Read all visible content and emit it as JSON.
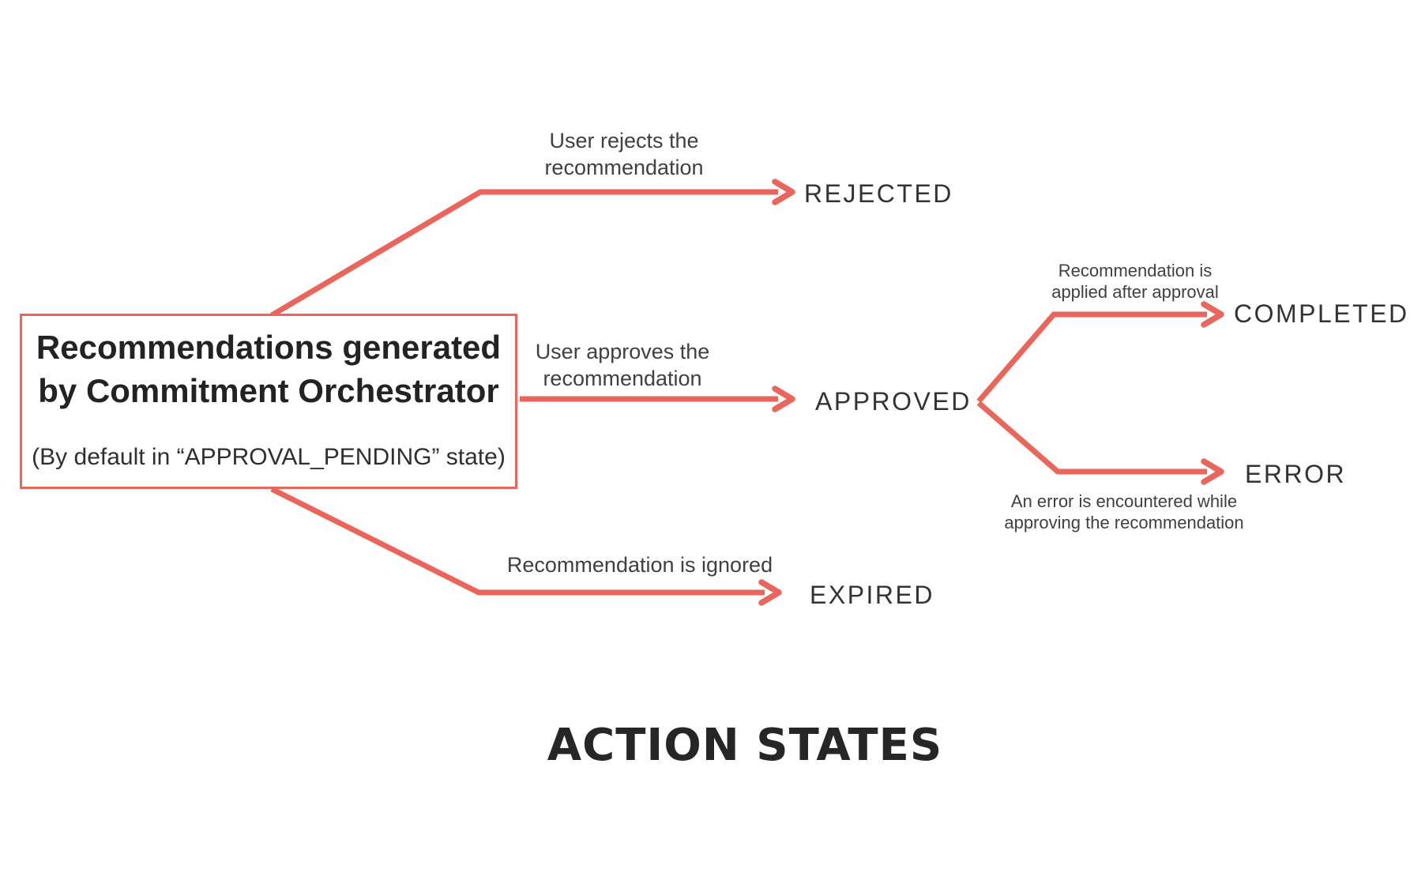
{
  "colors": {
    "accent": "#EA665C",
    "box_title_text": "#232323",
    "state_label_text": "#313335",
    "annotation_text": "#404040",
    "footer_text": "#262626",
    "background": "#FFFFFF"
  },
  "source": {
    "title_line1": "Recommendations generated",
    "title_line2": "by Commitment Orchestrator",
    "subtitle": "(By default in “APPROVAL_PENDING” state)"
  },
  "states": {
    "rejected": {
      "label": "REJECTED",
      "annotation": [
        "User rejects the",
        "recommendation"
      ]
    },
    "approved": {
      "label": "APPROVED",
      "annotation": [
        "User approves the",
        "recommendation"
      ]
    },
    "expired": {
      "label": "EXPIRED",
      "annotation": [
        "Recommendation is ignored"
      ]
    },
    "completed": {
      "label": "COMPLETED",
      "annotation": [
        "Recommendation is",
        "applied after approval"
      ]
    },
    "error": {
      "label": "ERROR",
      "annotation": [
        "An error is encountered while",
        "approving the recommendation"
      ]
    }
  },
  "footer": {
    "title": "ACTION STATES"
  }
}
